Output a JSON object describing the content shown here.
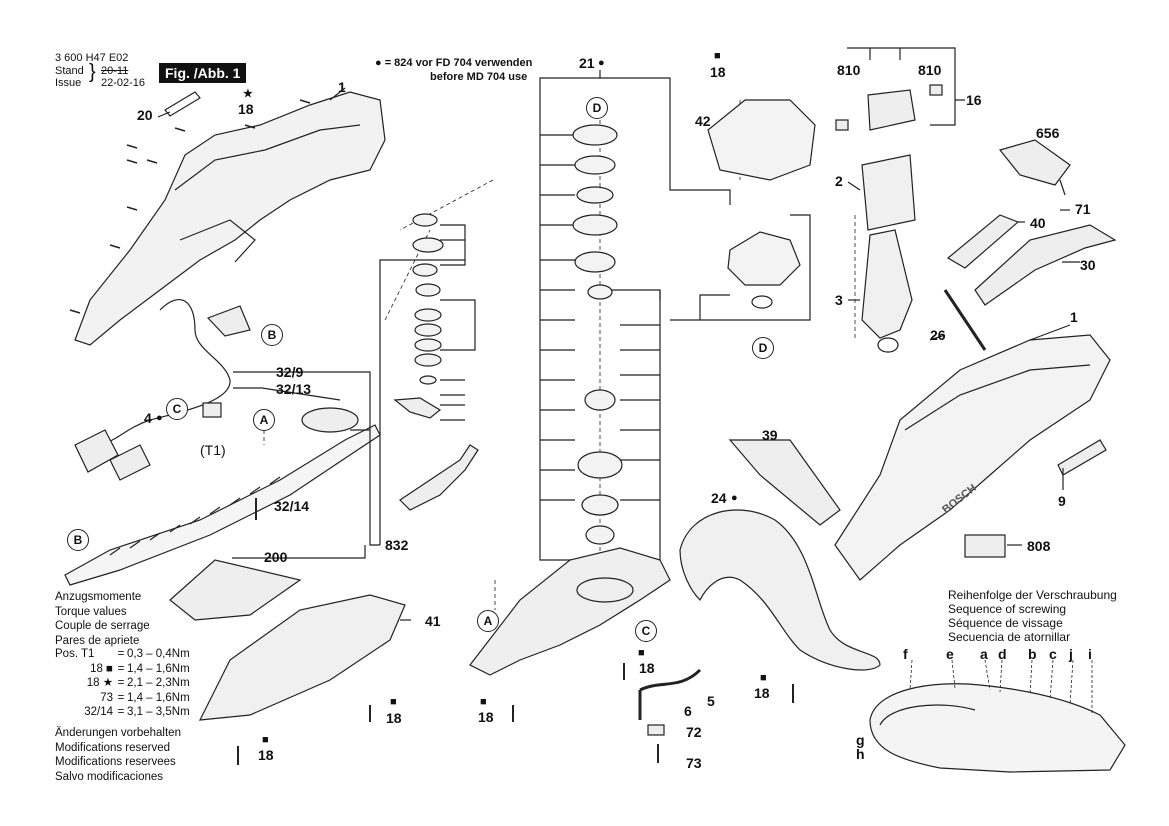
{
  "header": {
    "part_number": "3 600 H47 E02",
    "stand_label": "Stand",
    "issue_label": "Issue",
    "stand_old": "20-11",
    "issue_date": "22-02-16",
    "fig_title": "Fig. /Abb. 1",
    "note_line1": "● = 824  vor FD 704 verwenden",
    "note_line2": "before MD 704 use"
  },
  "torque": {
    "title_lines": [
      "Anzugsmomente",
      "Torque values",
      "Couple de serrage",
      "Pares de apriete"
    ],
    "rows": [
      {
        "pos": "Pos. T1",
        "eq": "=",
        "val": "0,3  –  0,4Nm"
      },
      {
        "pos": "18 ■",
        "eq": "=",
        "val": "1,4  –  1,6Nm"
      },
      {
        "pos": "18 ★",
        "eq": "=",
        "val": "2,1  –  2,3Nm"
      },
      {
        "pos": "73",
        "eq": "=",
        "val": "1,4  –  1,6Nm"
      },
      {
        "pos": "32/14",
        "eq": "=",
        "val": "3,1  –  3,5Nm"
      }
    ]
  },
  "modifications": [
    "Änderungen vorbehalten",
    "Modifications reserved",
    "Modifications reservees",
    "Salvo modificaciones"
  ],
  "screwing": [
    "Reihenfolge der Verschraubung",
    "Sequence of screwing",
    "Séquence de vissage",
    "Secuencia de atornillar"
  ],
  "callouts": {
    "c1": "1",
    "c20": "20",
    "c18a": "18",
    "c4": "4",
    "cT1": "(T1)",
    "c32_9": "32/9",
    "c32_13": "32/13",
    "c32_14": "32/14",
    "c200": "200",
    "c832": "832",
    "c41": "41",
    "c18b": "18",
    "c18c": "18",
    "c21": "21",
    "c18d": "18",
    "c18e": "18",
    "c6": "6",
    "c5": "5",
    "c72": "72",
    "c73": "73",
    "c18f": "18",
    "c42": "42",
    "c810a": "810",
    "c810b": "810",
    "c16": "16",
    "c2": "2",
    "c3": "3",
    "c656": "656",
    "c40": "40",
    "c71": "71",
    "c30": "30",
    "c26": "26",
    "c1b": "1",
    "c39": "39",
    "c24": "24",
    "c9": "9",
    "c808": "808",
    "seq_f": "f",
    "seq_e": "e",
    "seq_a": "a",
    "seq_d": "d",
    "seq_b": "b",
    "seq_c": "c",
    "seq_j": "j",
    "seq_i": "i",
    "seq_g": "g",
    "seq_h": "h"
  },
  "detail_refs": {
    "B1": "B",
    "B2": "B",
    "C1": "C",
    "C2": "C",
    "A1": "A",
    "A2": "A",
    "D1": "D",
    "D2": "D",
    "D3": "D"
  },
  "brand": "BOSCH",
  "symbols": {
    "square": "■",
    "star": "★",
    "dot": "●"
  }
}
